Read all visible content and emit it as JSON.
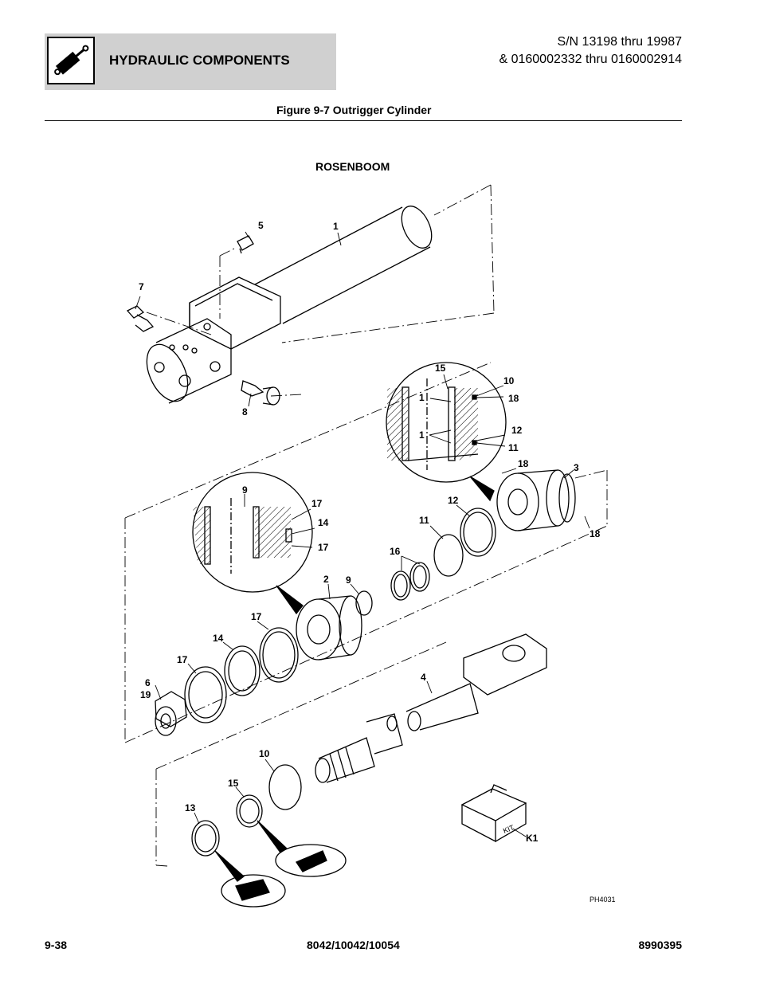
{
  "header": {
    "title": "HYDRAULIC COMPONENTS",
    "serial_line1": "S/N 13198 thru 19987",
    "serial_line2": "& 0160002332 thru 0160002914"
  },
  "figure": {
    "title": "Figure 9-7 Outrigger Cylinder",
    "section_label": "ROSENBOOM",
    "photo_ref": "PH4031",
    "kit_box_label": "KIT",
    "callouts": [
      "1",
      "5",
      "7",
      "8",
      "15",
      "10",
      "18",
      "1",
      "1",
      "12",
      "11",
      "18",
      "3",
      "9",
      "17",
      "14",
      "17",
      "12",
      "11",
      "18",
      "16",
      "2",
      "9",
      "17",
      "14",
      "17",
      "6",
      "19",
      "4",
      "10",
      "15",
      "13",
      "K1"
    ]
  },
  "footer": {
    "page": "9-38",
    "models": "8042/10042/10054",
    "part_number": "8990395"
  },
  "icons": {
    "header_icon": "hydraulic-cylinder-icon"
  }
}
